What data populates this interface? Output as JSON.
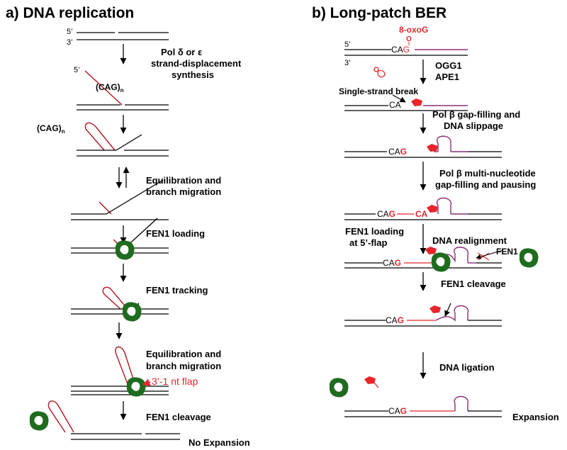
{
  "panel_a": {
    "title": "a) DNA replication",
    "label_5p": "5’",
    "label_3p": "3’",
    "label_5p_flap": "5’",
    "step_pol": [
      "Pol δ or ε",
      "strand-displacement",
      "synthesis"
    ],
    "cag_repeat": "(CAG)",
    "cag_sub": "n",
    "cag_repeat_2": "(CAG)",
    "cag_sub_2": "n",
    "step_equil": [
      "Equilibration and",
      "branch migration"
    ],
    "step_fen1_loading": "FEN1 loading",
    "step_fen1_tracking": "FEN1 tracking",
    "step_equil_2": [
      "Equilibration and",
      "branch migration"
    ],
    "flap_label": "3’-1 nt flap",
    "step_cleavage": "FEN1 cleavage",
    "result": "No Expansion"
  },
  "panel_b": {
    "title": "b) Long-patch BER",
    "lesion": "8-oxoG",
    "lesion_o": "O",
    "label_5p": "5’",
    "label_3p": "3’",
    "seq_ca": "CA",
    "seq_g": "G",
    "enzymes": [
      "OGG1",
      "APE1"
    ],
    "ssb_label": "Single-strand break",
    "ca_ssb": "CA",
    "step_polb_gap": [
      "Pol β gap-filling and",
      "DNA slippage"
    ],
    "cag3_ca": "CA",
    "cag3_g": "G",
    "step_polb_multi": [
      "Pol β multi-nucleotide",
      "gap-filling and pausing"
    ],
    "cag4_ca": "CA",
    "cag4_g": "G",
    "cag4_ca_red": "CA",
    "step_fen1_loading": [
      "FEN1 loading",
      "at 5’-flap"
    ],
    "step_realign": "DNA realignment",
    "fen1_label": "FEN1",
    "cag5_ca": "CA",
    "cag5_g": "G",
    "step_fen1_cleavage": "FEN1 cleavage",
    "cag6_ca": "CA",
    "cag6_g": "G",
    "step_ligation": "DNA ligation",
    "cag7_ca": "CA",
    "cag7_g": "G",
    "result": "Expansion"
  },
  "colors": {
    "black": "#000000",
    "red_text": "#e8242c",
    "red_strand": "#b2161e",
    "purple_strand": "#8c2f78",
    "fen1_green": "#1f6b1f"
  }
}
